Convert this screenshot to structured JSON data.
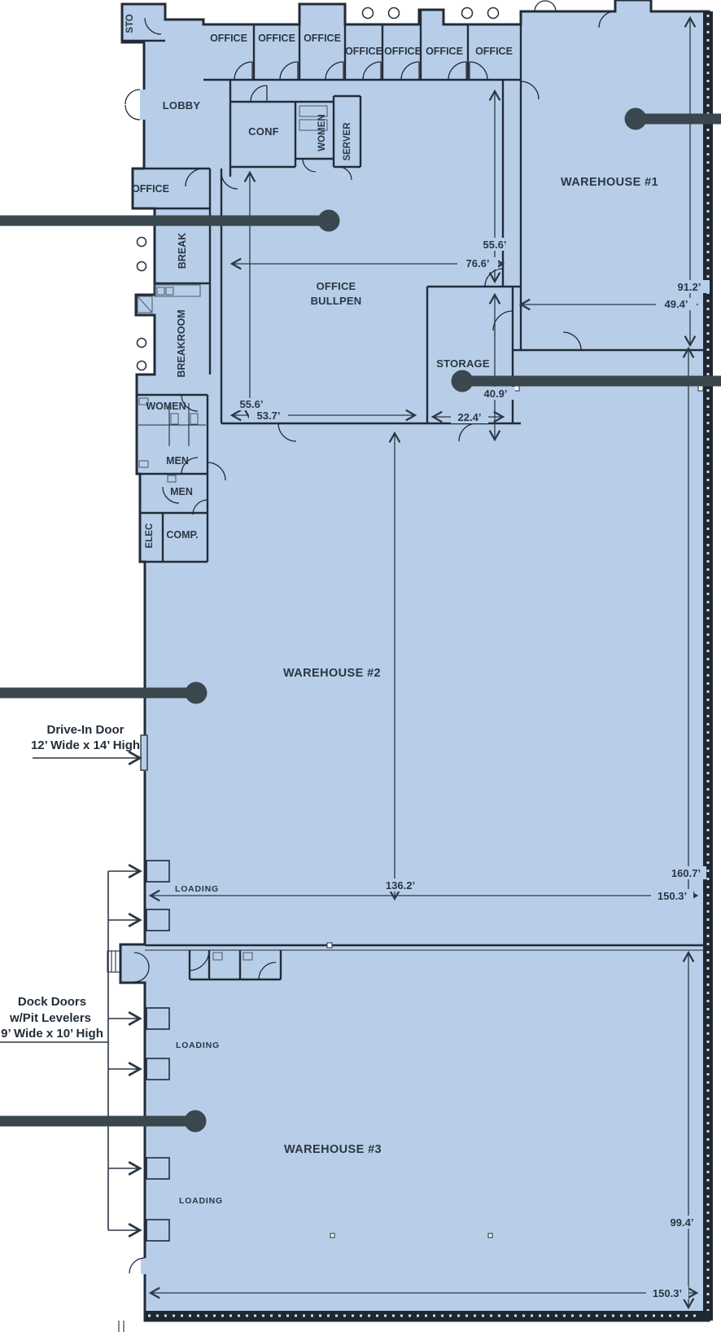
{
  "plan": {
    "colors": {
      "floor": "#b8cee8",
      "wall": "#232b39",
      "callout": "#3a474f",
      "text": "#2b3644",
      "background": "#ffffff"
    },
    "rooms": {
      "sto": "STO",
      "offices_top": [
        "OFFICE",
        "OFFICE",
        "OFFICE",
        "OFFICE",
        "OFFICE",
        "OFFICE",
        "OFFICE"
      ],
      "lobby": "LOBBY",
      "conf": "CONF",
      "women_top": "WOMEN",
      "server": "SERVER",
      "office_left": "OFFICE",
      "break_room": "BREAK",
      "breakroom": "BREAKROOM",
      "women": "WOMEN",
      "men_a": "MEN",
      "men_b": "MEN",
      "elec": "ELEC",
      "comp": "COMP.",
      "bullpen_line1": "OFFICE",
      "bullpen_line2": "BULLPEN",
      "storage": "STORAGE",
      "warehouse1": "WAREHOUSE #1",
      "warehouse2": "WAREHOUSE #2",
      "warehouse3": "WAREHOUSE #3",
      "loading_a": "LOADING",
      "loading_b": "LOADING",
      "loading_c": "LOADING"
    },
    "dimensions": {
      "v55a": "55.6’",
      "h76": "76.6’",
      "v91": "91.2’",
      "h49": "49.4’",
      "v55b": "55.6’",
      "h53": "53.7’",
      "v40": "40.9’",
      "h22": "22.4’",
      "v136": "136.2’",
      "h150a": "150.3’",
      "v160": "160.7’",
      "v99": "99.4’",
      "h150b": "150.3’"
    },
    "annotations": {
      "drive_in_line1": "Drive-In Door",
      "drive_in_line2": "12’ Wide x 14’ High",
      "dock_line1": "Dock Doors",
      "dock_line2": "w/Pit Levelers",
      "dock_line3": "9’ Wide x 10’ High"
    }
  }
}
